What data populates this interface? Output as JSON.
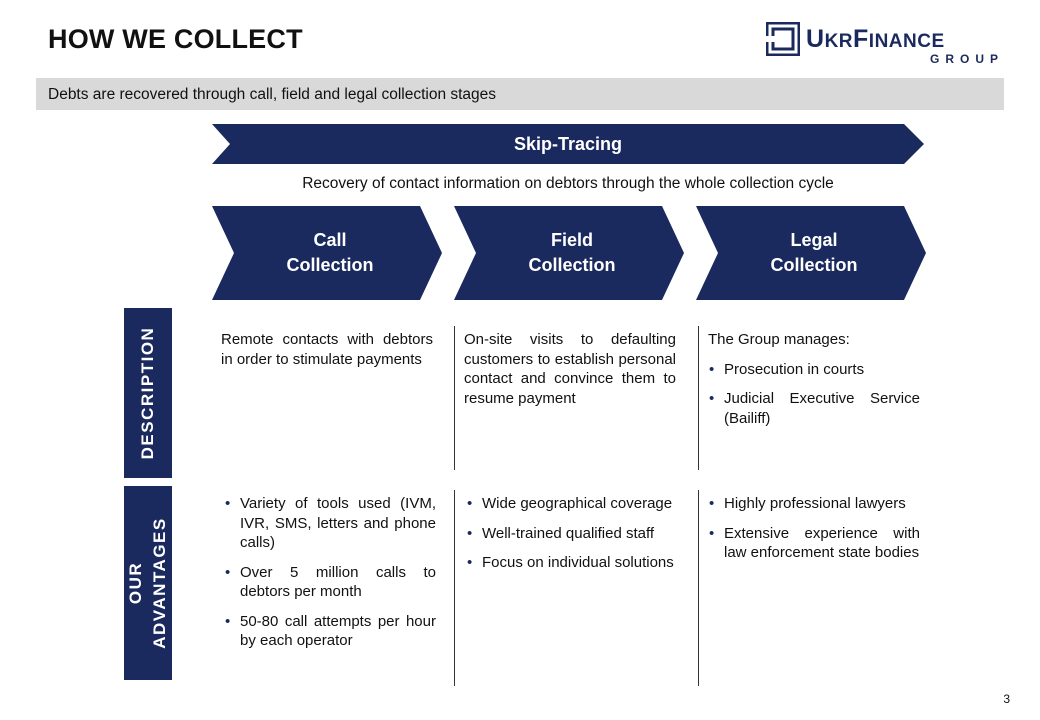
{
  "slide": {
    "title": "HOW WE COLLECT",
    "subtitle": "Debts are recovered through call, field and legal collection stages",
    "page_number": "3"
  },
  "logo": {
    "word_initial_u": "U",
    "word_kr": "KR",
    "word_initial_f": "F",
    "word_inance": "INANCE",
    "group": "GROUP",
    "brand_color": "#1b2a5e"
  },
  "skip_tracing": {
    "label": "Skip-Tracing",
    "caption": "Recovery of contact information on debtors through the whole collection cycle"
  },
  "stages": [
    {
      "line1": "Call",
      "line2": "Collection"
    },
    {
      "line1": "Field",
      "line2": "Collection"
    },
    {
      "line1": "Legal",
      "line2": "Collection"
    }
  ],
  "side_tabs": {
    "description": "DESCRIPTION",
    "advantages_line1": "OUR",
    "advantages_line2": "ADVANTAGES"
  },
  "description": {
    "call": "Remote contacts with debtors in order to stimulate payments",
    "field": "On-site visits to defaulting customers to establish personal contact and convince them to resume payment",
    "legal_lead": "The Group manages:",
    "legal_items": [
      "Prosecution in courts",
      "Judicial Executive Service (Bailiff)"
    ]
  },
  "advantages": {
    "call": [
      "Variety of tools used (IVM, IVR, SMS, letters and phone calls)",
      "Over 5 million calls to debtors per month",
      "50-80 call attempts per hour by each operator"
    ],
    "field": [
      "Wide geographical coverage",
      "Well-trained qualified staff",
      "Focus on individual solutions"
    ],
    "legal": [
      "Highly professional lawyers",
      "Extensive experience with law enforcement state bodies"
    ]
  },
  "colors": {
    "navy": "#1b2a5e",
    "subtitle_bar": "#d9d9d9"
  }
}
